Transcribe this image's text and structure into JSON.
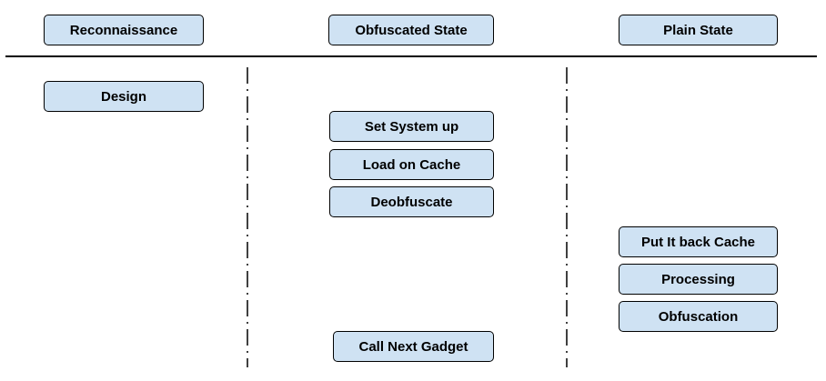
{
  "colors": {
    "box_fill": "#cfe2f3",
    "box_border": "#000000",
    "line": "#000000"
  },
  "headers": [
    {
      "label": "Reconnaissance"
    },
    {
      "label": "Obfuscated State"
    },
    {
      "label": "Plain State"
    }
  ],
  "reconnaissance": {
    "steps": [
      {
        "label": "Design"
      }
    ]
  },
  "obfuscated": {
    "steps": [
      {
        "label": "Set System up"
      },
      {
        "label": "Load on Cache"
      },
      {
        "label": "Deobfuscate"
      },
      {
        "label": "Call Next Gadget"
      }
    ]
  },
  "plain": {
    "steps": [
      {
        "label": "Put It back Cache"
      },
      {
        "label": "Processing"
      },
      {
        "label": "Obfuscation"
      }
    ]
  }
}
